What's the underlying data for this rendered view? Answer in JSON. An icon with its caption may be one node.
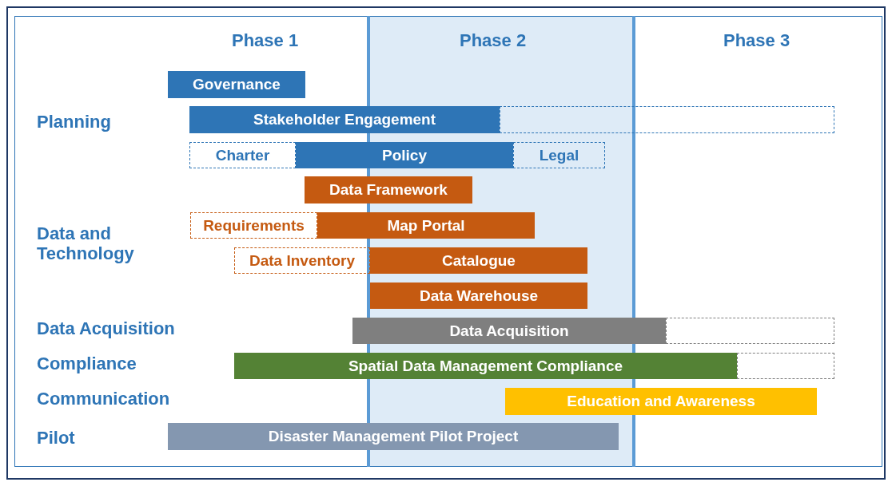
{
  "diagram": {
    "nodes": [
      {
        "text": [
          "Governance"
        ]
      },
      {
        "text": [
          "Stakeholder Engagement"
        ]
      },
      {
        "text": [],
        "shape": "box"
      },
      {
        "text": [
          "Charter"
        ]
      },
      {
        "text": [
          "Policy"
        ]
      },
      {
        "text": [
          "Legal"
        ]
      },
      {
        "text": [
          "Data Framework"
        ]
      },
      {
        "text": [
          "Requirements"
        ]
      },
      {
        "text": [
          "Map Portal"
        ]
      },
      {
        "text": [
          "Data Inventory"
        ]
      },
      {
        "text": [
          "Catalogue"
        ]
      },
      {
        "text": [
          "Data Warehouse"
        ]
      },
      {
        "text": [
          "Data Acquisition"
        ]
      },
      {
        "text": [],
        "shape": "box"
      },
      {
        "text": [
          "Spatial Data Management Compliance"
        ]
      },
      {
        "text": [],
        "shape": "box"
      },
      {
        "text": [
          "Education and Awareness"
        ]
      },
      {
        "text": [
          "Disaster Management Pilot Project"
        ]
      }
    ],
    "labels": [
      "Phase 1",
      "Phase 2",
      "Phase 3",
      "Planning",
      "Data and Technology",
      "Data Acquisition",
      "Compliance",
      "Communication",
      "Pilot"
    ]
  }
}
